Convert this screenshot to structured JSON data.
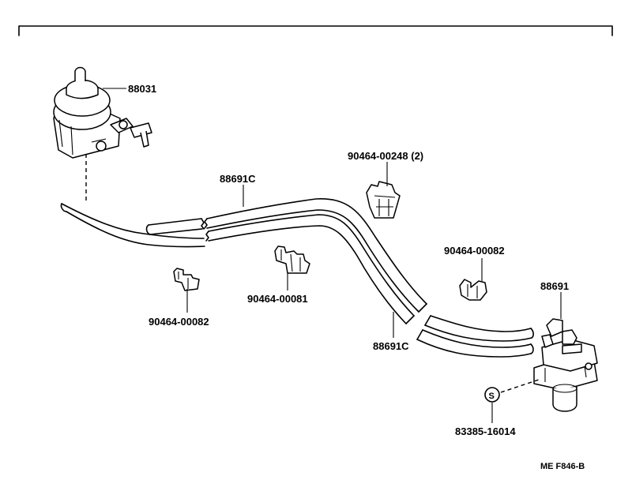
{
  "labels": {
    "actuator": "88031",
    "hose_upper": "88691C",
    "hose_lower": "88691C",
    "clamp_248": "90464-00248 (2)",
    "clamp_081": "90464-00081",
    "clamp_082_left": "90464-00082",
    "clamp_082_right": "90464-00082",
    "valve": "88691",
    "ring": "83385-16014",
    "ring_mark": "S",
    "figure_code": "ME F846-B"
  }
}
